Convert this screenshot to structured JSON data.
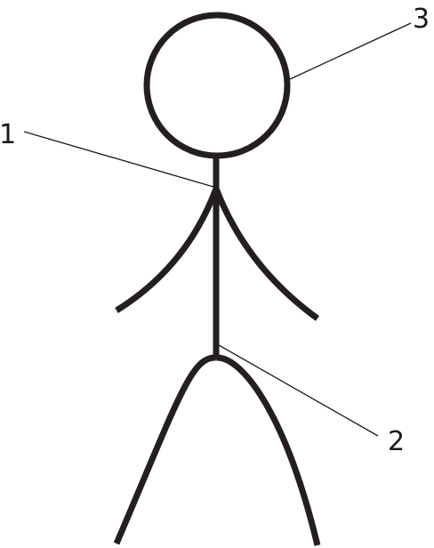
{
  "diagram": {
    "labels": {
      "neck": "1",
      "hip": "2",
      "head": "3"
    },
    "colors": {
      "stroke": "#231f20",
      "leader": "#1a1a1a",
      "background": "#ffffff"
    }
  }
}
